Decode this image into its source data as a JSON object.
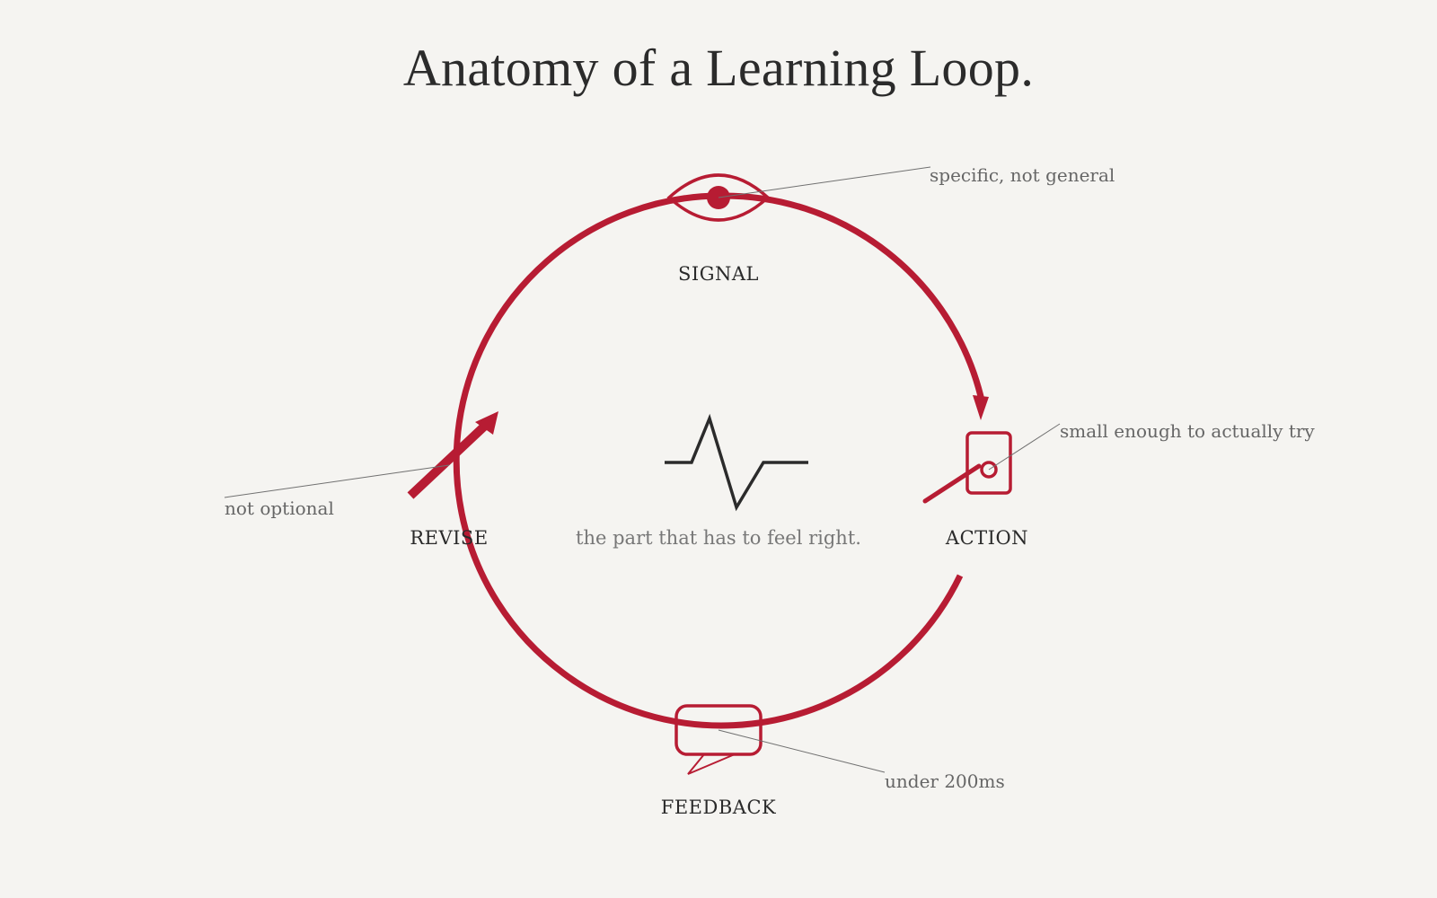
{
  "title": "Anatomy of a Learning Loop.",
  "colors": {
    "accent": "#b71c33",
    "ink": "#2a2a2a",
    "muted": "#6a6a6a",
    "background": "#f5f4f1"
  },
  "center": {
    "icon": "pulse-icon",
    "caption": "the part that has to feel right."
  },
  "stages": {
    "signal": {
      "label": "SIGNAL",
      "icon": "eye-icon",
      "note": "specific, not general"
    },
    "action": {
      "label": "ACTION",
      "icon": "switch-icon",
      "note": "small enough to actually try"
    },
    "feedback": {
      "label": "FEEDBACK",
      "icon": "speech-bubble-icon",
      "note": "under 200ms"
    },
    "revise": {
      "label": "REVISE",
      "icon": "pencil-icon",
      "note": "not optional"
    }
  }
}
